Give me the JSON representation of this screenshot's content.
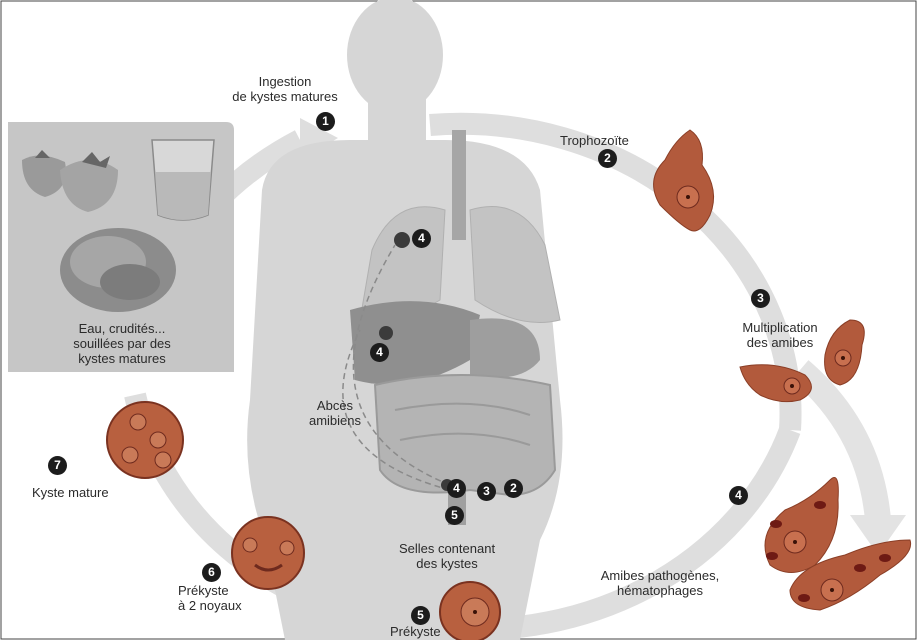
{
  "colors": {
    "cycle_arrow": "#dedede",
    "silhouette": "#d4d4d4",
    "organ": "#9c9c9c",
    "amoeba": "#b25a3c",
    "amoeba_dark": "#6e2a1e",
    "badge": "#1c1c1c",
    "source_panel": "#c6c6c6"
  },
  "icons": [
    "strawberry-icon",
    "water-glass-icon",
    "lettuce-icon",
    "amoeba-icon",
    "cyst-icon"
  ],
  "labels": {
    "ingestion": "Ingestion\nde kystes matures",
    "source": "Eau, crudités...\nsouillées par des\nkystes matures",
    "trophozoite": "Trophozoïte",
    "multiplication": "Multiplication\ndes amibes",
    "abces": "Abcès\namibiens",
    "kyste_mature": "Kyste mature",
    "prekyste_2": "Prékyste\nà 2 noyaux",
    "selles": "Selles contenant\ndes kystes",
    "prekyste": "Prékyste",
    "pathogenes": "Amibes pathogènes,\nhématophages"
  },
  "steps": {
    "s1": "1",
    "s2": "2",
    "s3": "3",
    "s4a": "4",
    "s4b": "4",
    "s4c": "4",
    "s4d": "4",
    "s3b": "3",
    "s2b": "2",
    "s5a": "5",
    "s5b": "5",
    "s6": "6",
    "s7": "7"
  }
}
